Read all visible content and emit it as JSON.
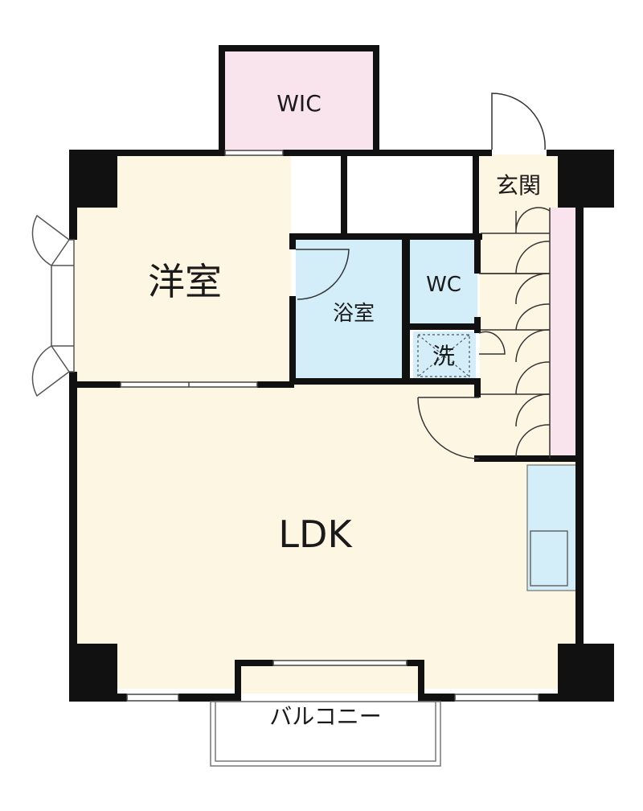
{
  "rooms": {
    "wic": "WIC",
    "western_room": "洋室",
    "bathroom": "浴室",
    "wc": "WC",
    "washroom": "洗",
    "entrance": "玄関",
    "ldk": "LDK",
    "balcony": "バルコニー"
  },
  "colors": {
    "wall": "#111111",
    "wic_fill": "#f9e3ec",
    "room_fill": "#fdf6e3",
    "wet_fill": "#d3eef9",
    "storage_fill": "#f9e3ec",
    "kitchen_fill": "#d3eef9"
  }
}
